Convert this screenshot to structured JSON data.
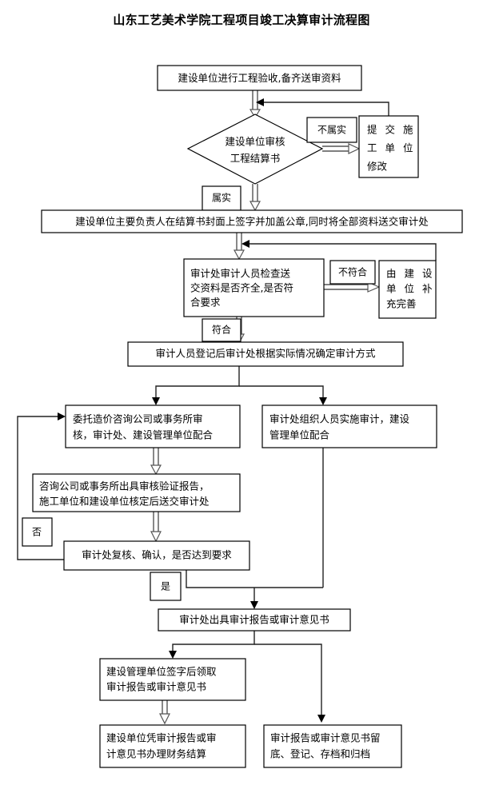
{
  "title": "山东工艺美术学院工程项目竣工决算审计流程图",
  "nodes": {
    "start": {
      "label": "建设单位进行工程验收,备齐送审资料",
      "lines": [
        "建设单位进行工程验收,备齐送审资料"
      ]
    },
    "decision_review": {
      "label": "建设单位审核工程结算书",
      "lines": [
        "建设单位审核",
        "工程结算书"
      ]
    },
    "resubmit": {
      "label": "提交施工单位修改",
      "lines": [
        "提 交 施",
        "工 单 位",
        "修改"
      ]
    },
    "sign_seal": {
      "label": "建设单位主要负责人在结算书封面上签字并加盖公章,同时将全部资料送交审计处",
      "lines": [
        "建设单位主要负责人在结算书封面上签字并加盖公章,同时将全部资料送交审计处"
      ]
    },
    "check_materials": {
      "label": "审计处审计人员检查送交资料是否齐全,是否符合要求",
      "lines": [
        "审计处审计人员检查送",
        "交资料是否齐全,是否符",
        "合要求"
      ]
    },
    "supplement": {
      "label": "由建设单位补充完善",
      "lines": [
        "由 建 设",
        "单 位 补",
        "充完善"
      ]
    },
    "register_mode": {
      "label": "审计人员登记后审计处根据实际情况确定审计方式",
      "lines": [
        "审计人员登记后审计处根据实际情况确定审计方式"
      ]
    },
    "entrust_consult": {
      "label": "委托造价咨询公司或事务所审核，审计处、建设管理单位配合",
      "lines": [
        "委托造价咨询公司或事务所审",
        "核，审计处、建设管理单位配合"
      ]
    },
    "audit_org": {
      "label": "审计处组织人员实施审计，建设管理单位配合",
      "lines": [
        "审计处组织人员实施审计，建设",
        "管理单位配合"
      ]
    },
    "consult_report": {
      "label": "咨询公司或事务所出具审核验证报告，施工单位和建设单位核定后送交审计处",
      "lines": [
        "咨询公司或事务所出具审核验证报告，",
        "施工单位和建设单位核定后送交审计处"
      ]
    },
    "recheck": {
      "label": "审计处复核、确认，是否达到要求",
      "lines": [
        "审计处复核、确认，是否达到要求"
      ]
    },
    "issue_report": {
      "label": "审计处出具审计报告或审计意见书",
      "lines": [
        "审计处出具审计报告或审计意见书"
      ]
    },
    "sign_collect": {
      "label": "建设管理单位签字后领取审计报告或审计意见书",
      "lines": [
        "建设管理单位签字后领取",
        "审计报告或审计意见书"
      ]
    },
    "financial_settle": {
      "label": "建设单位凭审计报告或审计意见书办理财务结算",
      "lines": [
        "建设单位凭审计报告或审",
        "计意见书办理财务结算"
      ]
    },
    "archive": {
      "label": "审计报告或审计意见书留底、登记、存档和归档",
      "lines": [
        "审计报告或审计意见书留",
        "底、登记、存档和归档"
      ]
    }
  },
  "edge_labels": {
    "not_true": "不属实",
    "is_true": "属实",
    "not_conform": "不符合",
    "conform": "符合",
    "no": "否",
    "yes": "是"
  },
  "colors": {
    "background": "#ffffff",
    "stroke": "#000000",
    "connector": "#555555",
    "text": "#000000"
  }
}
